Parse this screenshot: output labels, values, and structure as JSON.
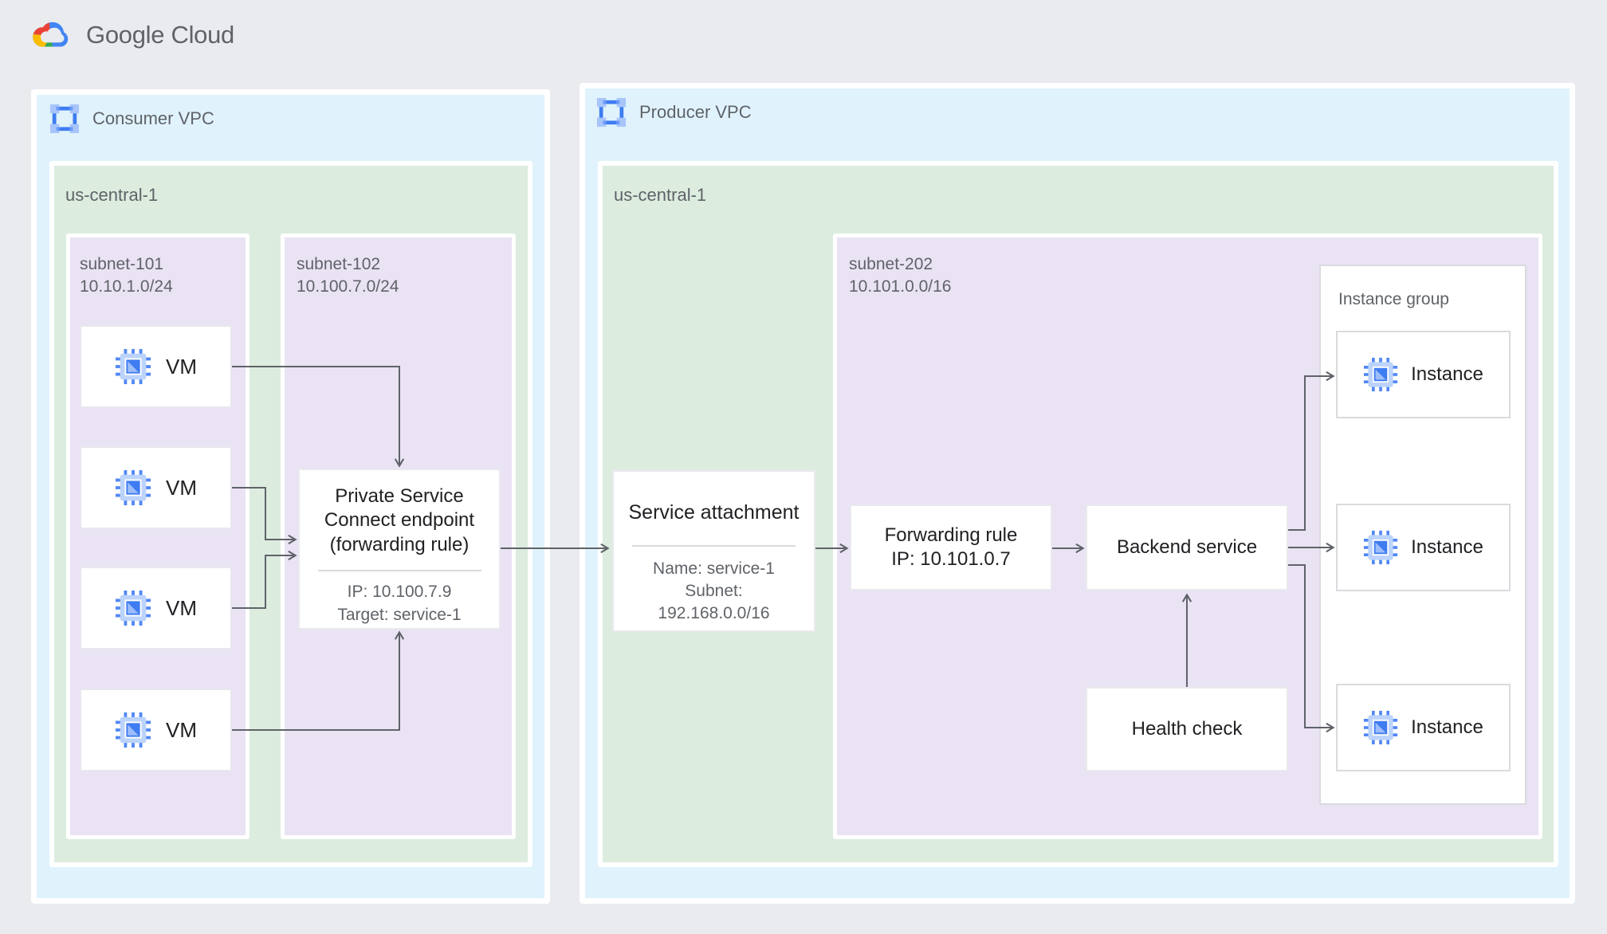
{
  "header": {
    "logo_text": "Google Cloud"
  },
  "colors": {
    "background": "#e9ebee",
    "vpc_fill": "#e0f3fd",
    "region_fill": "#dcecdf",
    "subnet_fill": "#eae3f4",
    "arrow": "#5f6368",
    "google_blue": "#4285f4",
    "google_red": "#ea4335",
    "google_yellow": "#fbbc04",
    "google_green": "#34a853"
  },
  "consumer_vpc": {
    "label": "Consumer VPC",
    "region": {
      "label": "us-central-1",
      "subnet_101": {
        "name": "subnet-101",
        "cidr": "10.10.1.0/24",
        "vms": [
          "VM",
          "VM",
          "VM",
          "VM"
        ]
      },
      "subnet_102": {
        "name": "subnet-102",
        "cidr": "10.100.7.0/24",
        "psc_endpoint": {
          "title": "Private Service Connect endpoint (forwarding rule)",
          "ip": "IP: 10.100.7.9",
          "target": "Target: service-1"
        }
      }
    }
  },
  "producer_vpc": {
    "label": "Producer VPC",
    "region": {
      "label": "us-central-1",
      "service_attachment": {
        "title": "Service attachment",
        "name_line": "Name: service-1",
        "subnet_label": "Subnet:",
        "subnet_value": "192.168.0.0/16"
      },
      "subnet_202": {
        "name": "subnet-202",
        "cidr": "10.101.0.0/16",
        "forwarding_rule": {
          "title": "Forwarding rule",
          "ip": "IP: 10.101.0.7"
        },
        "backend_service": {
          "title": "Backend service"
        },
        "health_check": {
          "title": "Health check"
        },
        "instance_group": {
          "label": "Instance group",
          "instances": [
            "Instance",
            "Instance",
            "Instance"
          ]
        }
      }
    }
  }
}
